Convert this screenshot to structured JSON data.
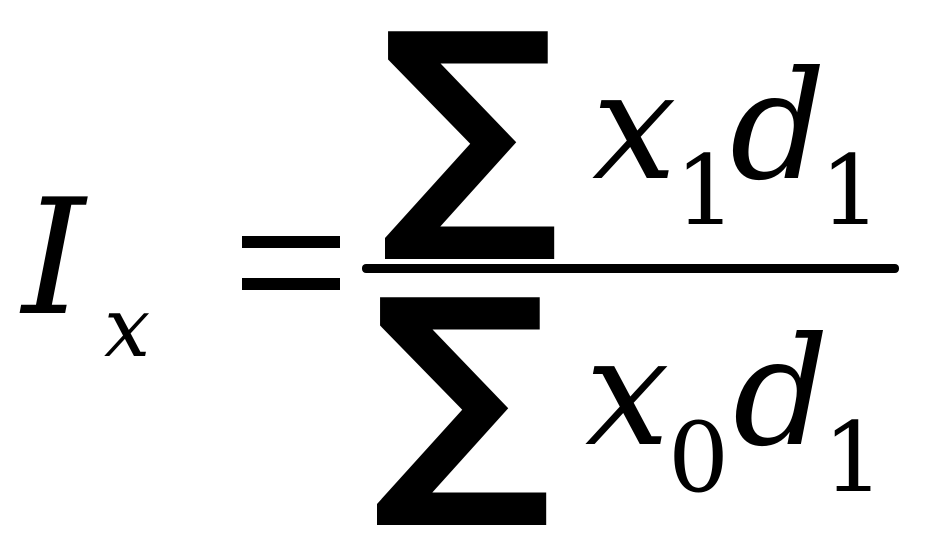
{
  "formula": {
    "lhs": {
      "symbol": "I",
      "subscript": "x"
    },
    "equals": "=",
    "numerator": {
      "operator": "∑",
      "var": "x",
      "var_subscript": "1",
      "weight": "d",
      "weight_subscript": "1"
    },
    "denominator": {
      "operator": "∑",
      "var": "x",
      "var_subscript": "0",
      "weight": "d",
      "weight_subscript": "1"
    }
  }
}
